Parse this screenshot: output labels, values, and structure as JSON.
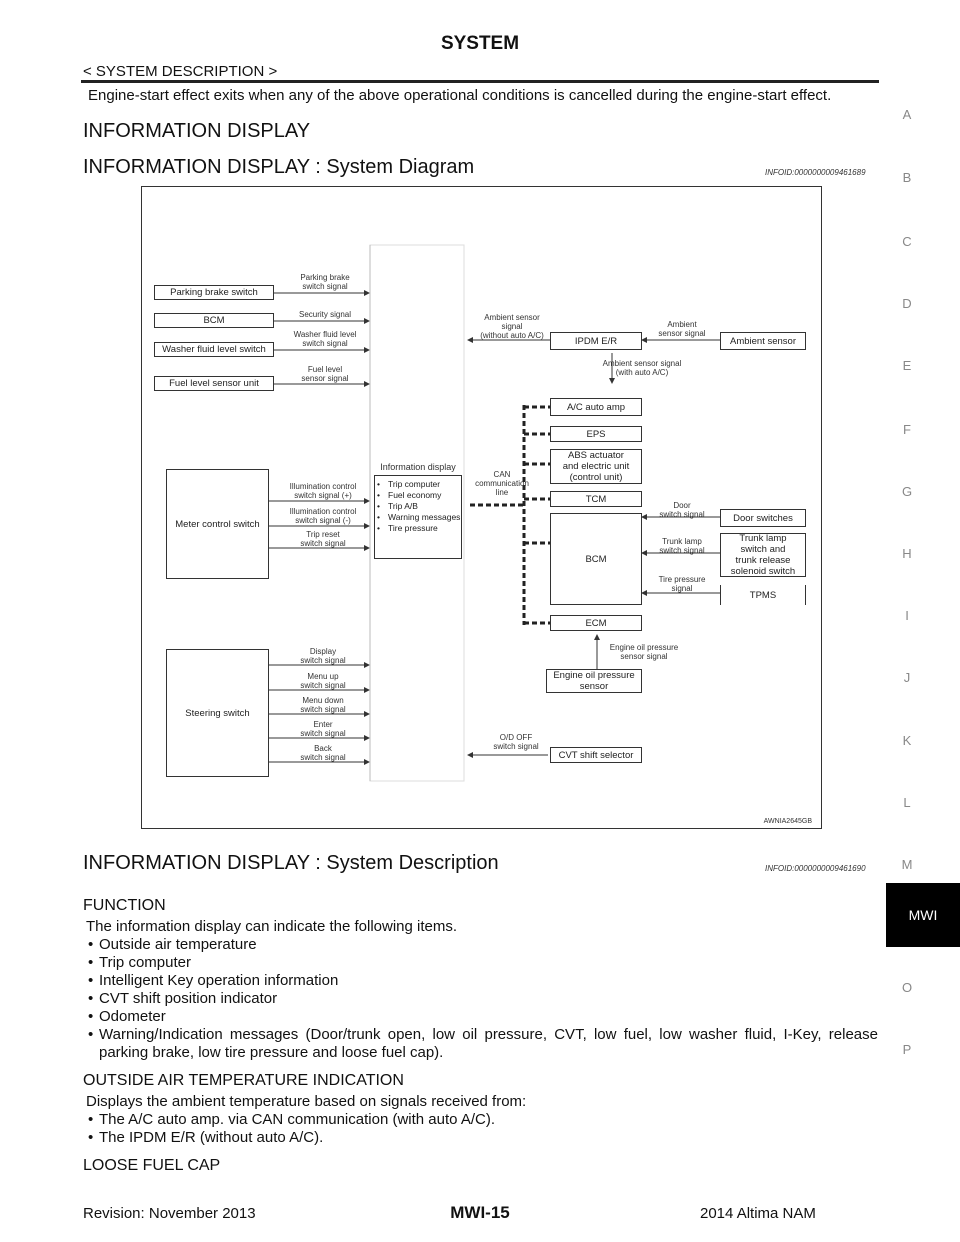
{
  "header": {
    "title": "SYSTEM",
    "subtitle": "< SYSTEM DESCRIPTION >"
  },
  "intro": "Engine-start effect exits when any of the above operational conditions is cancelled during the engine-start effect.",
  "section_title": "INFORMATION DISPLAY",
  "diagram_section": {
    "title": "INFORMATION DISPLAY : System Diagram",
    "infoid": "INFOID:0000000009461689"
  },
  "diagram": {
    "left_boxes": {
      "parking": "Parking brake switch",
      "bcm": "BCM",
      "washer": "Washer fluid level switch",
      "fuel": "Fuel level sensor unit",
      "meter": "Meter control switch",
      "steering": "Steering switch"
    },
    "left_signals": {
      "parking": "Parking brake\nswitch signal",
      "security": "Security signal",
      "washer": "Washer fluid level\nswitch signal",
      "fuel": "Fuel level\nsensor signal",
      "illum_plus": "Illumination control\nswitch signal (+)",
      "illum_minus": "Illumination control\nswitch signal (-)",
      "trip_reset": "Trip reset\nswitch signal",
      "display": "Display\nswitch signal",
      "menu_up": "Menu up\nswitch signal",
      "menu_down": "Menu down\nswitch signal",
      "enter": "Enter\nswitch signal",
      "back": "Back\nswitch signal"
    },
    "center": {
      "title": "Information display",
      "items": [
        "Trip computer",
        "Fuel economy",
        "Trip A/B",
        "Warning messages",
        "Tire pressure"
      ]
    },
    "can_label": "CAN\ncommunication\nline",
    "right_boxes": {
      "ipdm": "IPDM E/R",
      "ambient": "Ambient sensor",
      "ac": "A/C auto amp",
      "eps": "EPS",
      "abs": "ABS actuator\nand electric unit\n(control unit)",
      "tcm": "TCM",
      "bcm2": "BCM",
      "ecm": "ECM",
      "oil": "Engine oil pressure\nsensor",
      "cvt": "CVT shift selector",
      "door": "Door switches",
      "trunk": "Trunk lamp\nswitch and\ntrunk release\nsolenoid switch",
      "tpms": "TPMS"
    },
    "right_signals": {
      "ambient_no_ac": "Ambient sensor\nsignal\n(without auto A/C)",
      "ambient_sig": "Ambient\nsensor signal",
      "ambient_with_ac": "Ambient sensor signal\n(with auto A/C)",
      "door": "Door\nswitch signal",
      "trunk": "Trunk lamp\nswitch signal",
      "tire": "Tire pressure\nsignal",
      "oil": "Engine oil pressure\nsensor signal",
      "od": "O/D OFF\nswitch signal"
    },
    "code": "AWNIA2645GB"
  },
  "desc_section": {
    "title": "INFORMATION DISPLAY : System Description",
    "infoid": "INFOID:0000000009461690"
  },
  "function": {
    "heading": "FUNCTION",
    "text": "The information display can indicate the following items.",
    "items": [
      "Outside air temperature",
      "Trip computer",
      "Intelligent Key operation information",
      "CVT shift position indicator",
      "Odometer",
      "Warning/Indication messages (Door/trunk open, low oil pressure, CVT, low fuel, low washer fluid, I-Key, release parking brake, low tire pressure and  loose fuel cap)."
    ]
  },
  "outside": {
    "heading": "OUTSIDE AIR TEMPERATURE INDICATION",
    "text": "Displays the ambient temperature based on signals received from:",
    "items": [
      "The A/C auto amp. via CAN communication (with auto A/C).",
      "The IPDM E/R (without auto A/C)."
    ]
  },
  "loose_heading": "LOOSE FUEL CAP",
  "side_letters": [
    "A",
    "B",
    "C",
    "D",
    "E",
    "F",
    "G",
    "H",
    "I",
    "J",
    "K",
    "L",
    "M",
    "MWI",
    "O",
    "P"
  ],
  "footer": {
    "revision": "Revision: November 2013",
    "page": "MWI-15",
    "model": "2014 Altima NAM"
  }
}
